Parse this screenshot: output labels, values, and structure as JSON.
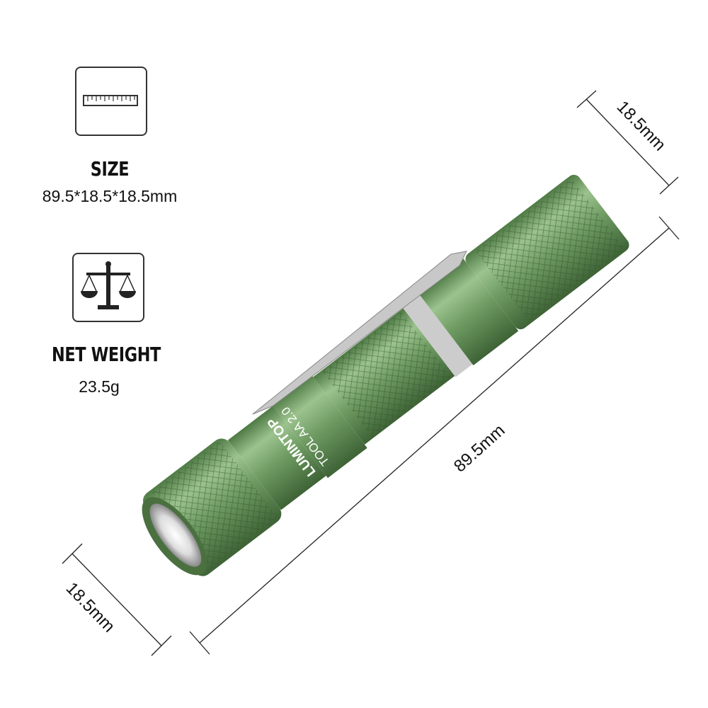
{
  "specs": {
    "size": {
      "title": "SIZE",
      "value": "89.5*18.5*18.5mm",
      "icon": "ruler-icon"
    },
    "weight": {
      "title": "NET WEIGHT",
      "value": "23.5g",
      "icon": "balance-scale-icon"
    }
  },
  "dimensions": {
    "tail_diameter": "18.5mm",
    "length": "89.5mm",
    "head_diameter": "18.5mm"
  },
  "product": {
    "brand": "LUMINTOP",
    "model": "TOOL AA 2.0",
    "body_color": "#6f9a62"
  }
}
